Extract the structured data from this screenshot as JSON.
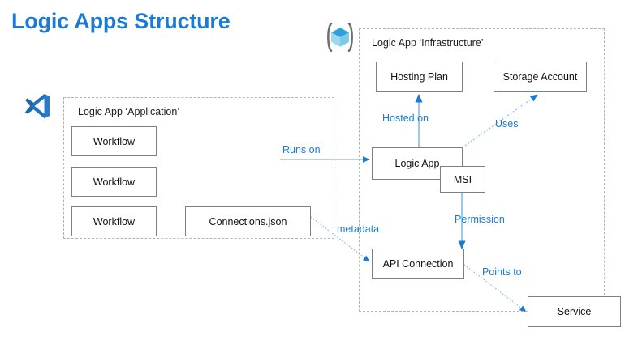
{
  "page": {
    "title": "Logic Apps Structure",
    "accent_color": "#1B7AD4",
    "wire_color": "#8FC4E8",
    "arrowhead_color": "#1B7AD4",
    "node_border_color": "#7f7f7f",
    "group_border_color": "#b4b4b4",
    "background": "#ffffff"
  },
  "groups": {
    "application": {
      "label": "Logic App ‘Application’",
      "icon": "vscode-icon",
      "nodes": [
        {
          "label": "Workflow"
        },
        {
          "label": "Workflow"
        },
        {
          "label": "Workflow"
        },
        {
          "label": "Connections.json"
        }
      ]
    },
    "infrastructure": {
      "label": "Logic App ‘Infrastructure’",
      "icon": "bicep-cube-icon",
      "nodes": [
        {
          "label": "Hosting Plan"
        },
        {
          "label": "Storage Account"
        },
        {
          "label": "Logic App"
        },
        {
          "label": "MSI"
        },
        {
          "label": "API Connection"
        }
      ]
    }
  },
  "external_nodes": [
    {
      "label": "Service"
    }
  ],
  "connectors": [
    {
      "label": "Runs on",
      "style": "solid",
      "from": "application-group",
      "to": "logic-app"
    },
    {
      "label": "Hosted on",
      "style": "solid",
      "from": "logic-app",
      "to": "hosting-plan"
    },
    {
      "label": "Uses",
      "style": "dotted",
      "from": "logic-app",
      "to": "storage-account"
    },
    {
      "label": "Permission",
      "style": "solid",
      "from": "msi",
      "to": "api-connection"
    },
    {
      "label": "metadata",
      "style": "dotted",
      "from": "connections-json",
      "to": "api-connection"
    },
    {
      "label": "Points to",
      "style": "dotted",
      "from": "api-connection",
      "to": "service"
    }
  ]
}
